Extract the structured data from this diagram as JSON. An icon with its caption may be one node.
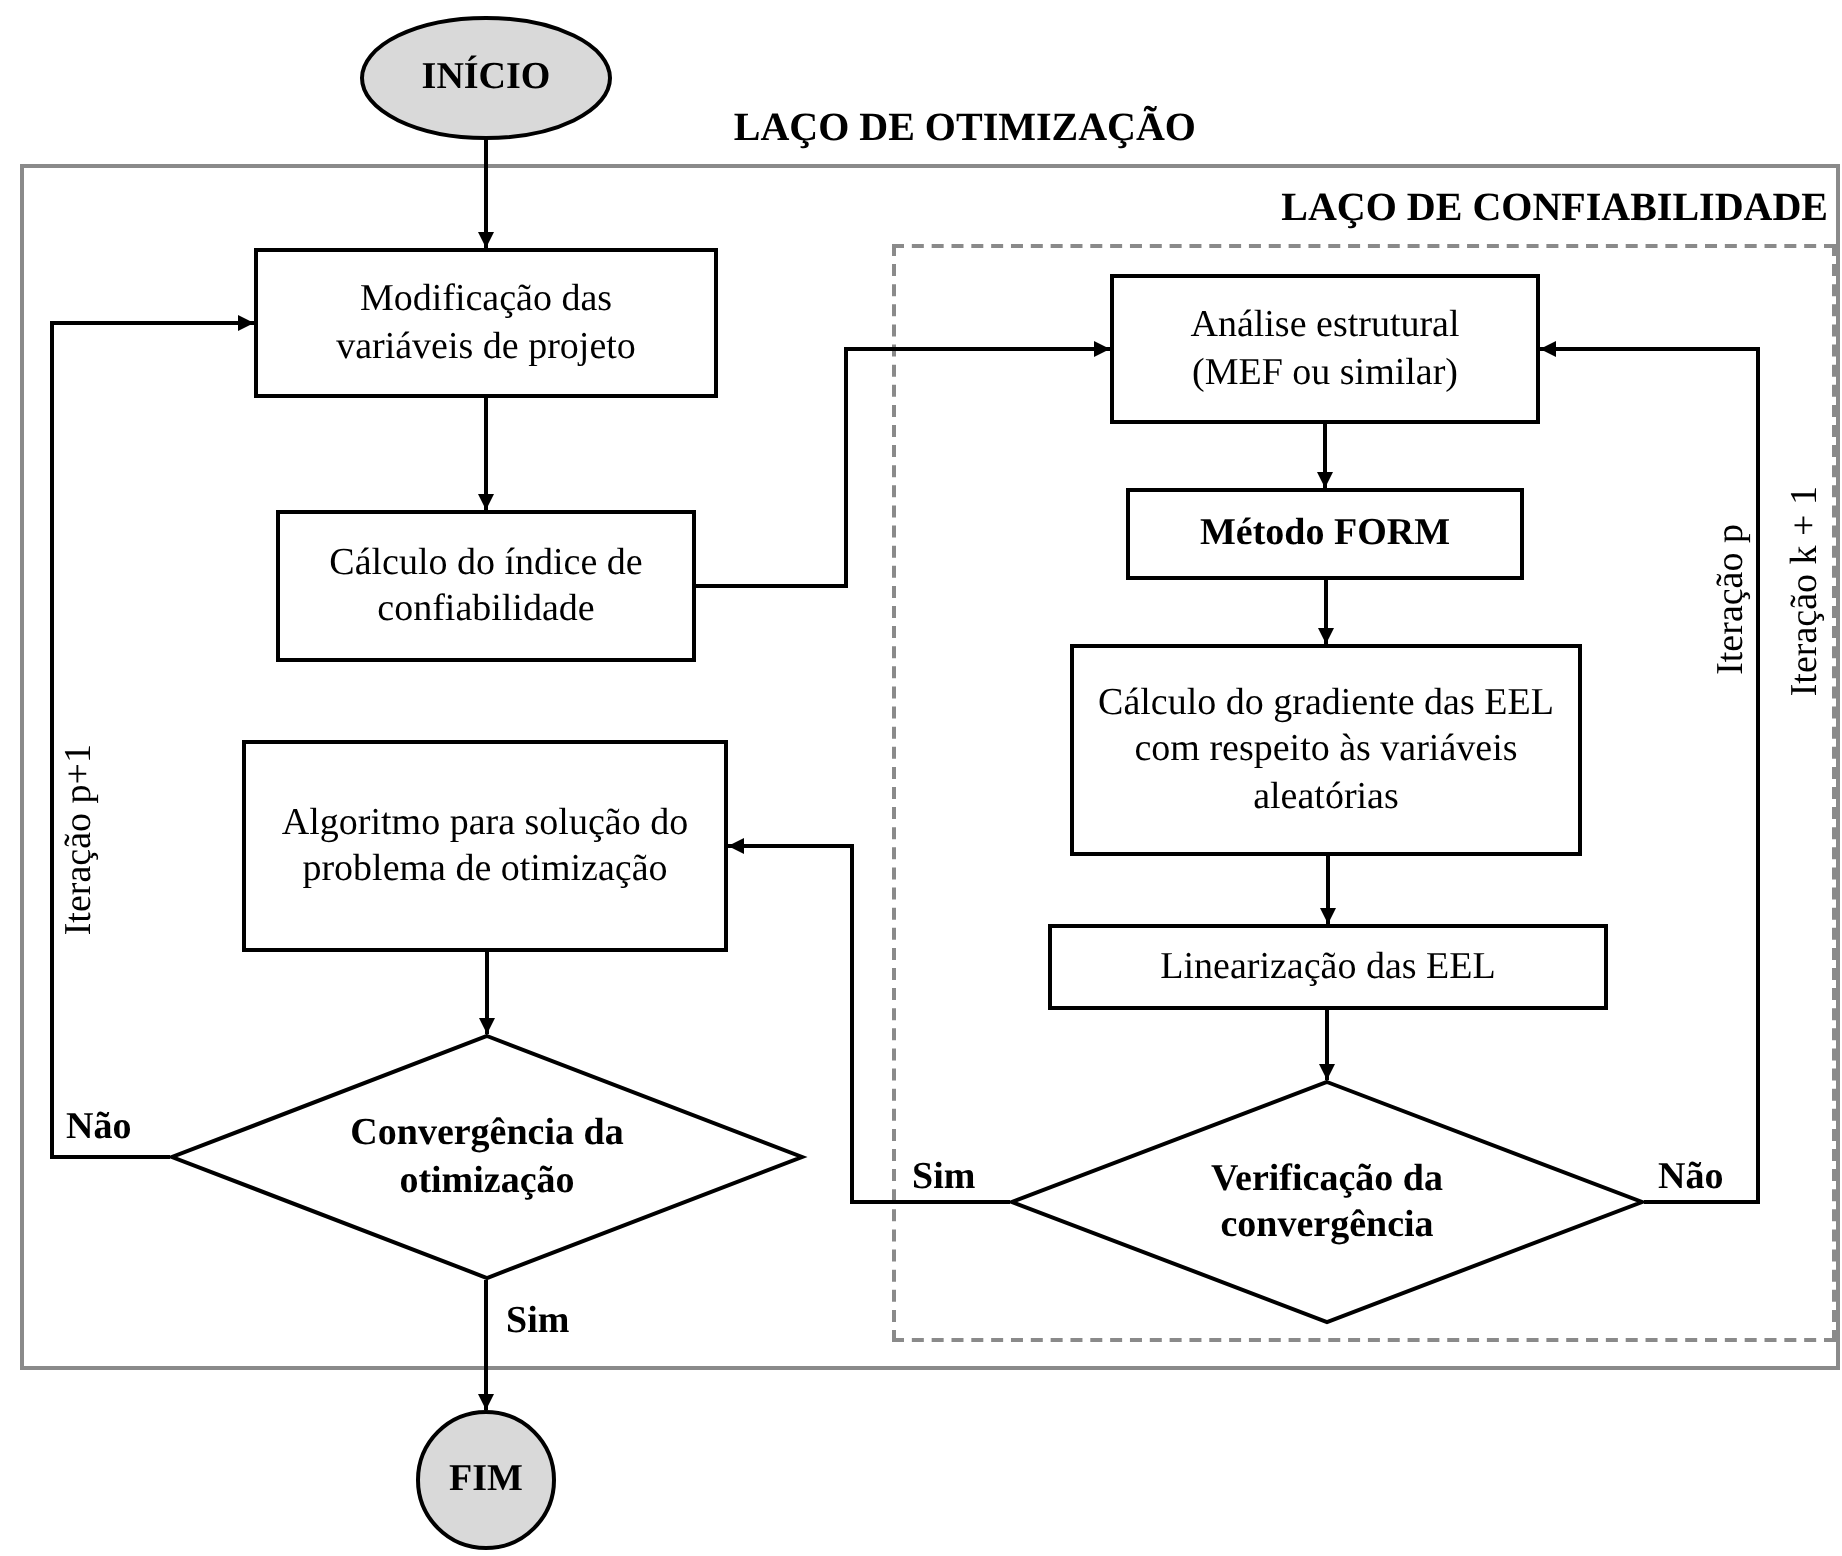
{
  "diagram": {
    "nodes": [
      {
        "text": [
          "INÍCIO"
        ]
      },
      {
        "text": [
          "LAÇO DE OTIMIZAÇÃO"
        ]
      },
      {
        "text": [
          "Modificação das variáveis de projeto"
        ],
        "in": 1
      },
      {
        "text": [
          "Cálculo do índice de confiabilidade"
        ],
        "in": 1
      },
      {
        "text": [
          "LAÇO DE CONFIABILIDADE"
        ],
        "in": 1
      },
      {
        "text": [
          "Análise estrutural (MEF ou similar)"
        ],
        "in": 4
      },
      {
        "text": [
          "Método FORM"
        ],
        "in": 4
      },
      {
        "text": [
          "Cálculo do gradiente das EEL com respeito às variáveis aleatórias"
        ],
        "in": 4
      },
      {
        "text": [
          "Linearização das EEL"
        ],
        "in": 4
      },
      {
        "text": [
          "Verificação da convergência"
        ],
        "in": 4
      },
      {
        "text": [
          "Algoritmo para solução do problema de otimização"
        ],
        "in": 1
      },
      {
        "text": [
          "Convergência da otimização"
        ],
        "in": 1
      },
      {
        "text": [
          "FIM"
        ]
      }
    ],
    "edges": [
      {
        "from": 0,
        "to": 2,
        "arrow": "to"
      },
      {
        "from": 2,
        "to": 3,
        "arrow": "to"
      },
      {
        "from": 3,
        "to": 5,
        "arrow": "to"
      },
      {
        "from": 5,
        "to": 6,
        "arrow": "to"
      },
      {
        "from": 6,
        "to": 7,
        "arrow": "to"
      },
      {
        "from": 7,
        "to": 8,
        "arrow": "to"
      },
      {
        "from": 8,
        "to": 9,
        "arrow": "to"
      },
      {
        "from": 9,
        "to": 10,
        "arrow": "to",
        "label": "Sim"
      },
      {
        "from": 9,
        "to": 5,
        "arrow": "to",
        "label": "Não"
      },
      {
        "from": 10,
        "to": 11,
        "arrow": "to"
      },
      {
        "from": 11,
        "to": 2,
        "arrow": "to",
        "label": "Não"
      },
      {
        "from": 11,
        "to": 12,
        "arrow": "to",
        "label": "Sim"
      }
    ],
    "labels": [
      "Iteração p+1",
      "Iteração p",
      "Iteração k + 1"
    ]
  }
}
